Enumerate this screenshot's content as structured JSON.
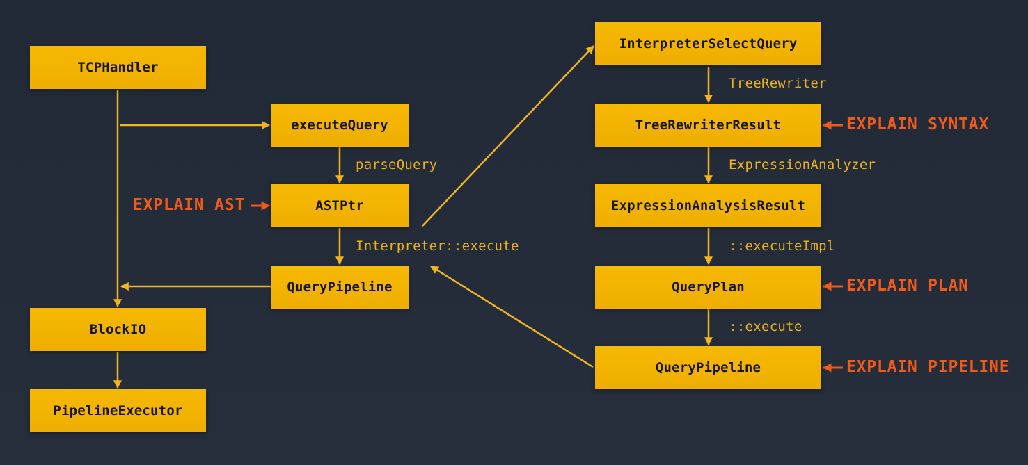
{
  "colors": {
    "background": "#232b38",
    "node_fill": "#f4b400",
    "node_text": "#161616",
    "connector": "#f2b41f",
    "explain_accent": "#f05a1a"
  },
  "nodes": {
    "tcp_handler": "TCPHandler",
    "execute_query": "executeQuery",
    "ast_ptr": "ASTPtr",
    "query_pipeline_left": "QueryPipeline",
    "block_io": "BlockIO",
    "pipeline_executor": "PipelineExecutor",
    "interpreter_select_query": "InterpreterSelectQuery",
    "tree_rewriter_result": "TreeRewriterResult",
    "expression_analysis_result": "ExpressionAnalysisResult",
    "query_plan": "QueryPlan",
    "query_pipeline_right": "QueryPipeline"
  },
  "edge_labels": {
    "parse_query": "parseQuery",
    "interpreter_execute": "Interpreter::execute",
    "tree_rewriter": "TreeRewriter",
    "expression_analyzer": "ExpressionAnalyzer",
    "execute_impl": "::executeImpl",
    "execute": "::execute"
  },
  "explain_labels": {
    "ast": "EXPLAIN AST",
    "syntax": "EXPLAIN SYNTAX",
    "plan": "EXPLAIN PLAN",
    "pipeline": "EXPLAIN PIPELINE"
  }
}
